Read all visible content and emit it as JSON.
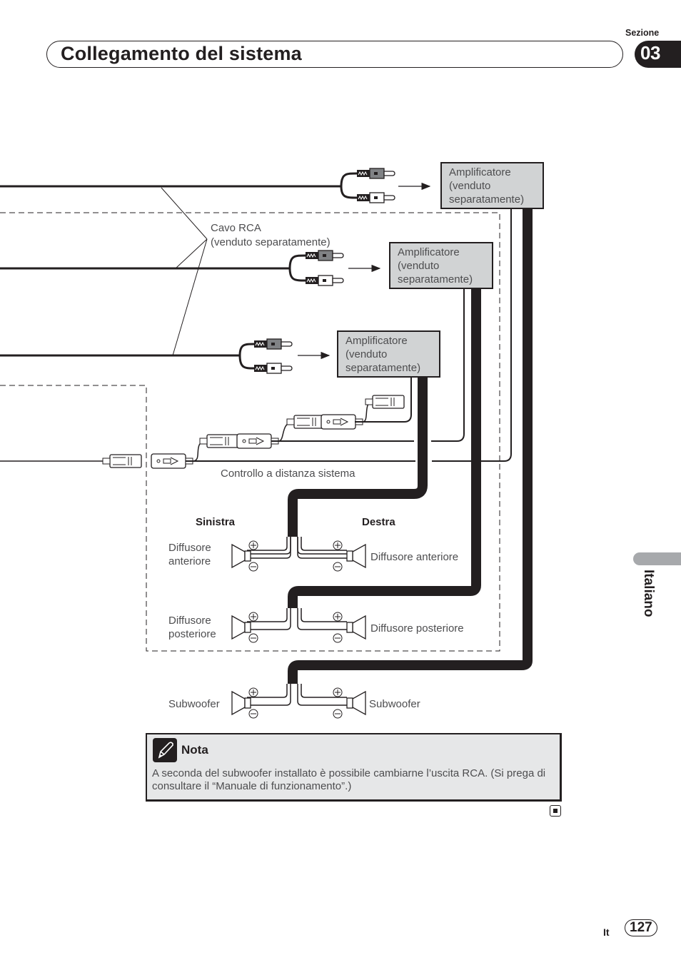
{
  "header": {
    "title": "Collegamento del sistema",
    "section_label": "Sezione",
    "section_number": "03"
  },
  "side_tab": {
    "language": "Italiano"
  },
  "diagram": {
    "rca_cable_label_line1": "Cavo RCA",
    "rca_cable_label_line2": "(venduto separatamente)",
    "amplifiers": [
      {
        "line1": "Amplificatore",
        "line2": "(venduto",
        "line3": "separatamente)"
      },
      {
        "line1": "Amplificatore",
        "line2": "(venduto",
        "line3": "separatamente)"
      },
      {
        "line1": "Amplificatore",
        "line2": "(venduto",
        "line3": "separatamente)"
      }
    ],
    "remote_control_label": "Controllo a distanza sistema",
    "left_label": "Sinistra",
    "right_label": "Destra",
    "speakers": {
      "front_left_line1": "Diffusore",
      "front_left_line2": "anteriore",
      "front_right": "Diffusore anteriore",
      "rear_left_line1": "Diffusore",
      "rear_left_line2": "posteriore",
      "rear_right": "Diffusore posteriore",
      "sub_left": "Subwoofer",
      "sub_right": "Subwoofer"
    },
    "polarity": {
      "plus": "+",
      "minus": "−"
    }
  },
  "note": {
    "title": "Nota",
    "icon": "pencil-icon",
    "text": "A seconda del subwoofer installato è possibile cambiarne l’uscita RCA. (Si prega di consultare il “Manuale di funzionamento”.)"
  },
  "footer": {
    "language_code": "It",
    "page_number": "127"
  }
}
